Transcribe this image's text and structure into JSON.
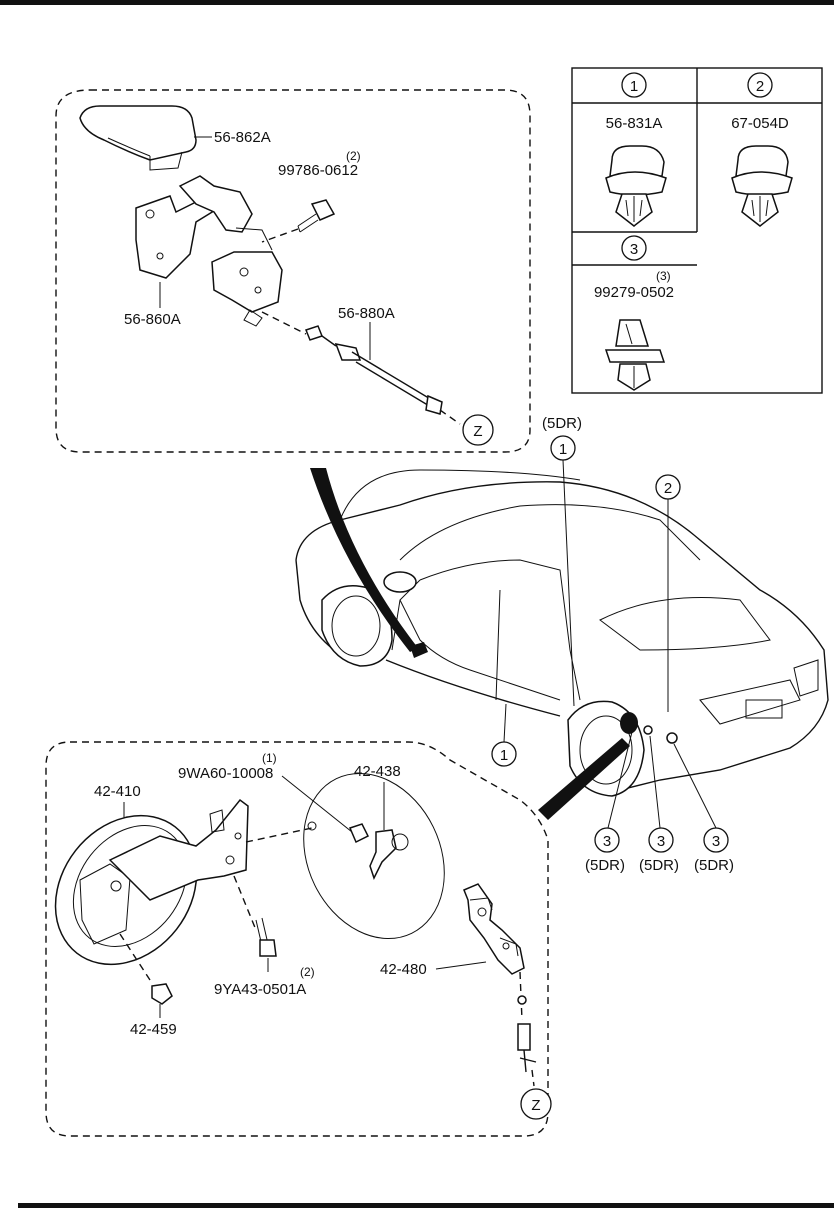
{
  "inset_top": {
    "parts": {
      "p56_862a": "56-862A",
      "p99786": "99786-0612",
      "p99786_qty": "(2)",
      "p56_860a": "56-860A",
      "p56_880a": "56-880A",
      "ref_z": "Z"
    }
  },
  "clip_table": {
    "cell1": {
      "ref": "1",
      "part": "56-831A"
    },
    "cell2": {
      "ref": "2",
      "part": "67-054D"
    },
    "cell3": {
      "ref": "3",
      "part": "99279-0502",
      "qty": "(3)"
    }
  },
  "vehicle": {
    "callout_5dr_top": "(5DR)",
    "ref1_top": "1",
    "ref2": "2",
    "ref1_bottom": "1",
    "ref3_a": "3",
    "ref3_b": "3",
    "ref3_c": "3",
    "note_a": "(5DR)",
    "note_b": "(5DR)",
    "note_c": "(5DR)"
  },
  "inset_bottom": {
    "parts": {
      "p42_410": "42-410",
      "p9wa60": "9WA60-10008",
      "p9wa60_qty": "(1)",
      "p42_438": "42-438",
      "p42_480": "42-480",
      "p9ya43": "9YA43-0501A",
      "p9ya43_qty": "(2)",
      "p42_459": "42-459",
      "ref_z": "Z"
    }
  }
}
